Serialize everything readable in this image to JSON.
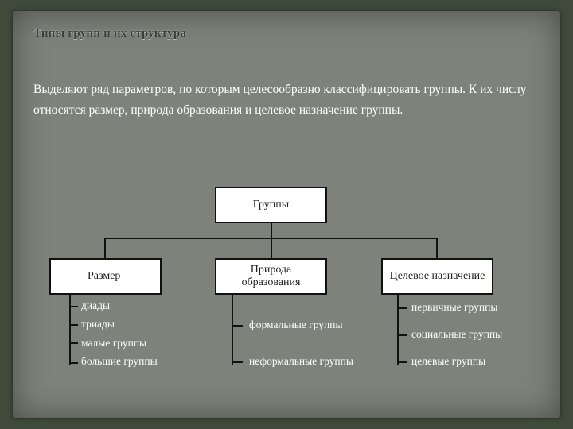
{
  "slide": {
    "title": "Типы групп и их структура",
    "intro": "Выделяют ряд параметров, по которым целесообразно классифицировать группы. К их числу относятся размер, природа образования и целевое назначение группы."
  },
  "diagram": {
    "root": "Группы",
    "branches": [
      {
        "label": "Размер",
        "items": [
          "диады",
          "триады",
          "малые группы",
          "большие группы"
        ]
      },
      {
        "label_line1": "Природа",
        "label_line2": "образования",
        "items": [
          "формальные группы",
          "неформальные группы"
        ]
      },
      {
        "label": "Целевое назначение",
        "items": [
          "первичные группы",
          "социальные группы",
          "целевые группы"
        ]
      }
    ]
  }
}
